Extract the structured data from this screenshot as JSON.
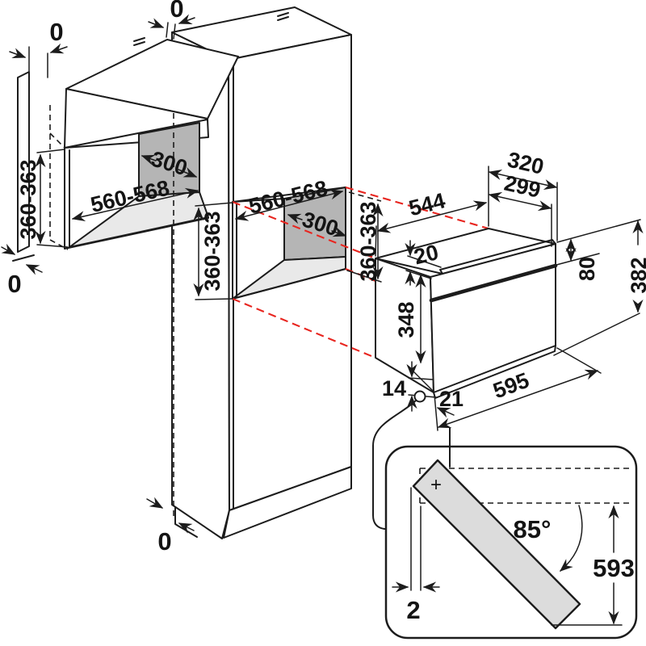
{
  "labels": {
    "wall_cabinet": {
      "top_gap": "0",
      "bottom_gap": "0",
      "depth": "300",
      "width": "560-568",
      "height": "360-363"
    },
    "tall_cabinet": {
      "top_gap": "0",
      "bottom_gap": "0",
      "depth": "300",
      "width": "560-568",
      "height_left": "360-363",
      "height_right": "360-363"
    },
    "oven": {
      "body_width": "544",
      "niche_depth": "320",
      "body_depth": "299",
      "top_inset": "20",
      "front_panel_height": "80",
      "total_height": "382",
      "body_height": "348",
      "bottom_inset": "14",
      "door_offset": "21",
      "front_width": "595"
    },
    "door_detail": {
      "opening_angle": "85°",
      "door_height": "593",
      "clearance": "2",
      "hinge_mark": "+"
    }
  },
  "colors": {
    "line": "#1c1c1c",
    "projection_red": "#e8251f",
    "panel_dark": "#b5b5b5",
    "panel_light": "#e9e9e9",
    "detail_door": "#dcdcdc"
  }
}
